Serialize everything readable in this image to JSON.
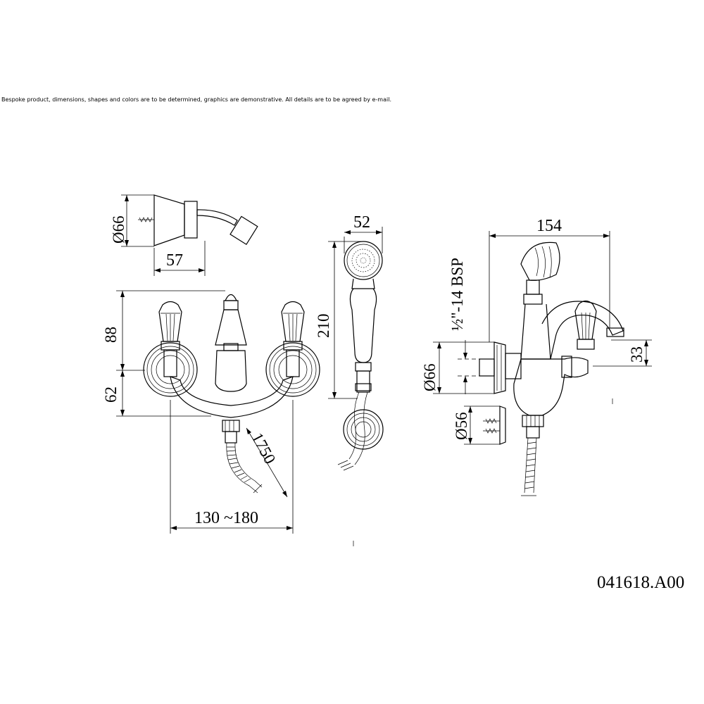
{
  "disclaimer": "Bespoke product, dimensions, shapes and colors are to be determined, graphics are demonstrative. All details are to be agreed by e-mail.",
  "product_code": "041618.A00",
  "dimensions": {
    "bracket_diameter": "Ø66",
    "bracket_depth": "57",
    "handle_height": "88",
    "body_height": "62",
    "hose_length": "1750",
    "center_distance": "130 ~180",
    "shower_head_width": "52",
    "shower_length": "210",
    "side_depth": "154",
    "thread": "½\"-14 BSP",
    "side_flange_diameter": "Ø66",
    "spout_height": "33",
    "wall_flange_diameter": "Ø56"
  }
}
